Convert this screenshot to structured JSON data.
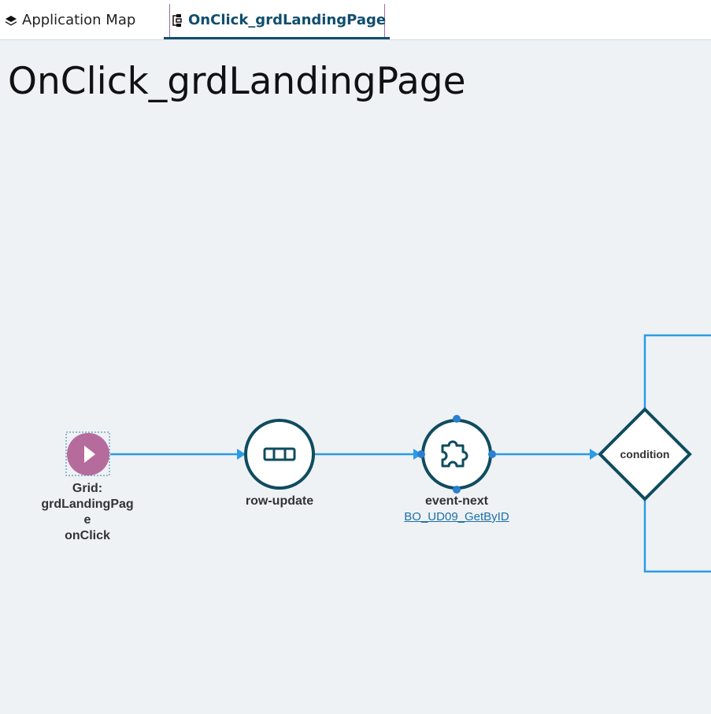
{
  "tabs": {
    "app_map": {
      "label": "Application Map",
      "icon": "layers-icon"
    },
    "active": {
      "label": "OnClick_grdLandingPage",
      "icon": "flow-icon"
    }
  },
  "page_title": "OnClick_grdLandingPage",
  "nodes": {
    "start": {
      "line1": "Grid:",
      "line2": "grdLandingPage",
      "line3": "onClick",
      "color": "#b66b9d",
      "icon": "play-icon"
    },
    "row_update": {
      "label": "row-update",
      "icon": "row-blocks-icon"
    },
    "event_next": {
      "label": "event-next",
      "link": "BO_UD09_GetByID",
      "icon": "puzzle-icon"
    },
    "condition": {
      "label": "condition"
    }
  },
  "colors": {
    "connector": "#2b9be5",
    "node_stroke": "#0f4c5f",
    "handle": "#2a7fd0",
    "accent": "#104e6e"
  }
}
